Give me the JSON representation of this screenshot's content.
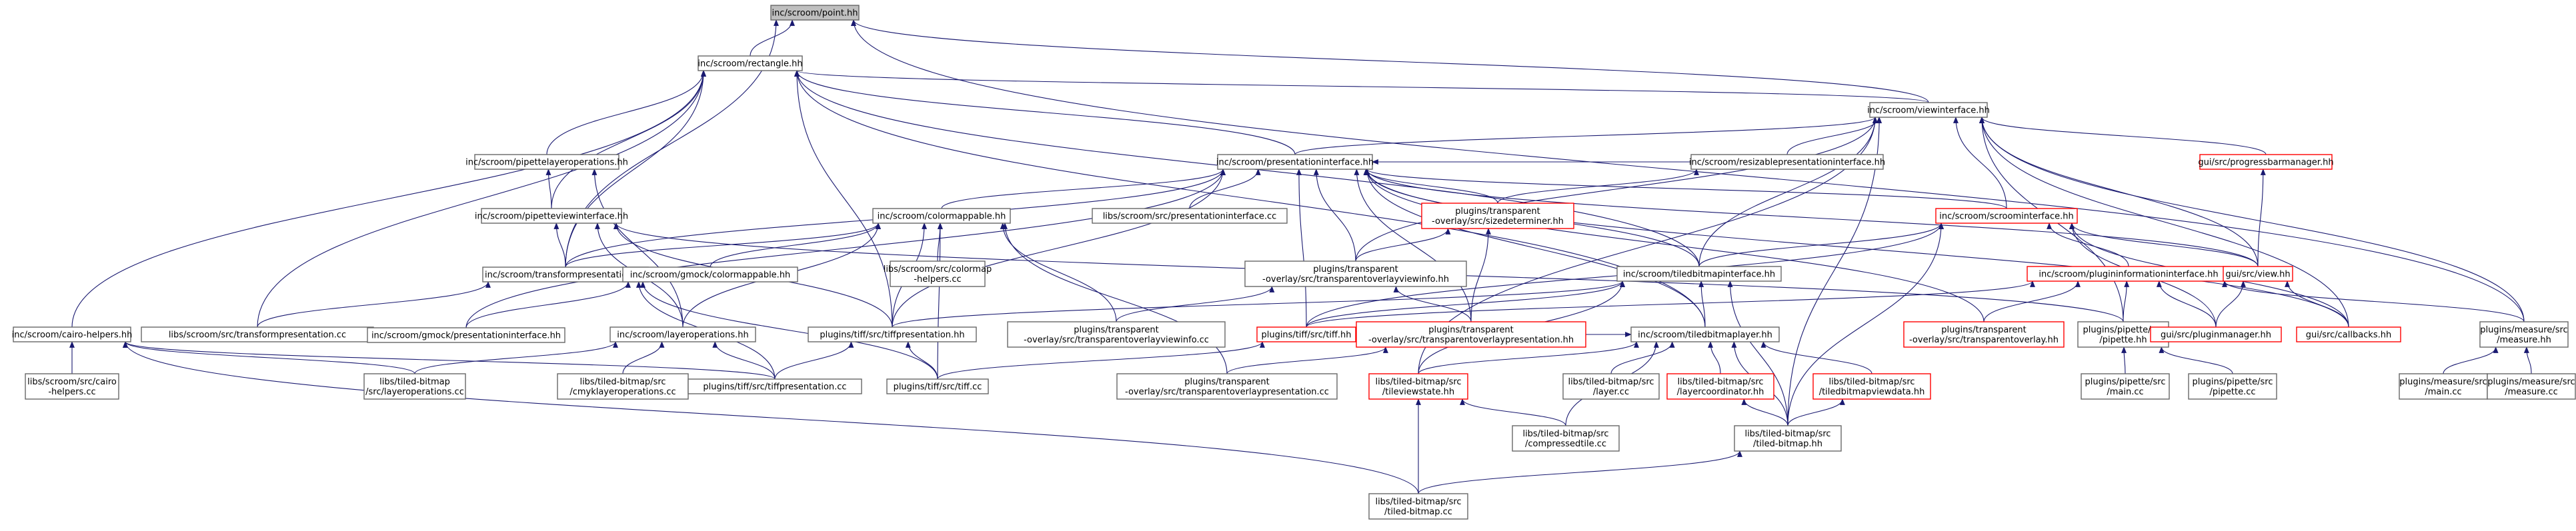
{
  "graph": {
    "colors": {
      "edge": "#191970",
      "node_border": "#666666",
      "node_border_truncated": "#ff0000",
      "root_fill": "#bfbfbf",
      "node_fill": "#ffffff"
    },
    "nodes": [
      {
        "id": "point",
        "lines": [
          "inc/scroom/point.hh"
        ],
        "style": "root"
      },
      {
        "id": "rect",
        "lines": [
          "inc/scroom/rectangle.hh"
        ],
        "style": "normal"
      },
      {
        "id": "view",
        "lines": [
          "inc/scroom/viewinterface.hh"
        ],
        "style": "normal"
      },
      {
        "id": "pipelayer",
        "lines": [
          "inc/scroom/pipettelayeroperations.hh"
        ],
        "style": "normal"
      },
      {
        "id": "pres",
        "lines": [
          "inc/scroom/presentationinterface.hh"
        ],
        "style": "normal"
      },
      {
        "id": "resizable",
        "lines": [
          "inc/scroom/resizablepresentationinterface.hh"
        ],
        "style": "normal"
      },
      {
        "id": "progress",
        "lines": [
          "gui/src/progressbarmanager.hh"
        ],
        "style": "truncated"
      },
      {
        "id": "pipeview",
        "lines": [
          "inc/scroom/pipetteviewinterface.hh"
        ],
        "style": "normal"
      },
      {
        "id": "colormap",
        "lines": [
          "inc/scroom/colormappable.hh"
        ],
        "style": "normal"
      },
      {
        "id": "presentcc",
        "lines": [
          "libs/scroom/src/presentationinterface.cc"
        ],
        "style": "normal"
      },
      {
        "id": "sizedet",
        "lines": [
          "plugins/transparent",
          "-overlay/src/sizedeterminer.hh"
        ],
        "style": "truncated"
      },
      {
        "id": "scroomif",
        "lines": [
          "inc/scroom/scroominterface.hh"
        ],
        "style": "truncated"
      },
      {
        "id": "colormapcc",
        "lines": [
          "libs/scroom/src/colormap",
          "-helpers.cc"
        ],
        "style": "normal"
      },
      {
        "id": "tovinfo",
        "lines": [
          "plugins/transparent",
          "-overlay/src/transparentoverlayviewinfo.hh"
        ],
        "style": "normal"
      },
      {
        "id": "plugininfo",
        "lines": [
          "inc/scroom/plugininformationinterface.hh"
        ],
        "style": "truncated"
      },
      {
        "id": "guiview",
        "lines": [
          "gui/src/view.hh"
        ],
        "style": "truncated"
      },
      {
        "id": "cairo",
        "lines": [
          "inc/scroom/cairo-helpers.hh"
        ],
        "style": "normal"
      },
      {
        "id": "transpres",
        "lines": [
          "libs/scroom/src/transformpresentation.cc"
        ],
        "style": "normal"
      },
      {
        "id": "transpreshh",
        "lines": [
          "inc/scroom/transformpresentation.hh"
        ],
        "style": "normal"
      },
      {
        "id": "gmockcm",
        "lines": [
          "inc/scroom/gmock/colormappable.hh"
        ],
        "style": "normal"
      },
      {
        "id": "tiledmapif",
        "lines": [
          "inc/scroom/tiledbitmapinterface.hh"
        ],
        "style": "normal"
      },
      {
        "id": "gmockpres",
        "lines": [
          "inc/scroom/gmock/presentationinterface.hh"
        ],
        "style": "normal"
      },
      {
        "id": "tifpres",
        "lines": [
          "plugins/tiff/src/tiffpresentation.hh"
        ],
        "style": "normal"
      },
      {
        "id": "tovinfocc",
        "lines": [
          "plugins/transparent",
          "-overlay/src/transparentoverlayviewinfo.cc"
        ],
        "style": "normal"
      },
      {
        "id": "tifhh",
        "lines": [
          "plugins/tiff/src/tiff.hh"
        ],
        "style": "truncated"
      },
      {
        "id": "tovpres",
        "lines": [
          "plugins/transparent",
          "-overlay/src/transparentoverlaypresentation.hh"
        ],
        "style": "truncated"
      },
      {
        "id": "tiledlayer",
        "lines": [
          "inc/scroom/tiledbitmaplayer.hh"
        ],
        "style": "normal"
      },
      {
        "id": "tovhh",
        "lines": [
          "plugins/transparent",
          "-overlay/src/transparentoverlay.hh"
        ],
        "style": "truncated"
      },
      {
        "id": "pipette",
        "lines": [
          "plugins/pipette/src",
          "/pipette.hh"
        ],
        "style": "normal"
      },
      {
        "id": "pluginmgr",
        "lines": [
          "gui/src/pluginmanager.hh"
        ],
        "style": "truncated"
      },
      {
        "id": "callbacks",
        "lines": [
          "gui/src/callbacks.hh"
        ],
        "style": "truncated"
      },
      {
        "id": "measure",
        "lines": [
          "plugins/measure/src",
          "/measure.hh"
        ],
        "style": "normal"
      },
      {
        "id": "cairocc",
        "lines": [
          "libs/scroom/src/cairo",
          "-helpers.cc"
        ],
        "style": "normal"
      },
      {
        "id": "layerops",
        "lines": [
          "inc/scroom/layeroperations.hh"
        ],
        "style": "normal"
      },
      {
        "id": "tbmlayerops",
        "lines": [
          "libs/tiled-bitmap",
          "/src/layeroperations.cc"
        ],
        "style": "normal"
      },
      {
        "id": "cmyk",
        "lines": [
          "libs/tiled-bitmap/src",
          "/cmyklayeroperations.cc"
        ],
        "style": "normal"
      },
      {
        "id": "tifprescc",
        "lines": [
          "plugins/tiff/src/tiffpresentation.cc"
        ],
        "style": "normal"
      },
      {
        "id": "tifcc",
        "lines": [
          "plugins/tiff/src/tiff.cc"
        ],
        "style": "normal"
      },
      {
        "id": "tovprescc",
        "lines": [
          "plugins/transparent",
          "-overlay/src/transparentoverlaypresentation.cc"
        ],
        "style": "normal"
      },
      {
        "id": "tileview",
        "lines": [
          "libs/tiled-bitmap/src",
          "/tileviewstate.hh"
        ],
        "style": "truncated"
      },
      {
        "id": "layercc",
        "lines": [
          "libs/tiled-bitmap/src",
          "/layer.cc"
        ],
        "style": "normal"
      },
      {
        "id": "layercoord",
        "lines": [
          "libs/tiled-bitmap/src",
          "/layercoordinator.hh"
        ],
        "style": "truncated"
      },
      {
        "id": "tbviewdata",
        "lines": [
          "libs/tiled-bitmap/src",
          "/tiledbitmapviewdata.hh"
        ],
        "style": "truncated"
      },
      {
        "id": "pipmain",
        "lines": [
          "plugins/pipette/src",
          "/main.cc"
        ],
        "style": "normal"
      },
      {
        "id": "pipcc",
        "lines": [
          "plugins/pipette/src",
          "/pipette.cc"
        ],
        "style": "normal"
      },
      {
        "id": "measmain",
        "lines": [
          "plugins/measure/src",
          "/main.cc"
        ],
        "style": "normal"
      },
      {
        "id": "meascc",
        "lines": [
          "plugins/measure/src",
          "/measure.cc"
        ],
        "style": "normal"
      },
      {
        "id": "compressed",
        "lines": [
          "libs/tiled-bitmap/src",
          "/compressedtile.cc"
        ],
        "style": "normal"
      },
      {
        "id": "tbmhh",
        "lines": [
          "libs/tiled-bitmap/src",
          "/tiled-bitmap.hh"
        ],
        "style": "normal"
      },
      {
        "id": "tbmcc",
        "lines": [
          "libs/tiled-bitmap/src",
          "/tiled-bitmap.cc"
        ],
        "style": "normal"
      }
    ],
    "edges": [
      [
        "rect",
        "point"
      ],
      [
        "view",
        "point"
      ],
      [
        "measure",
        "point"
      ],
      [
        "transpreshh",
        "point"
      ],
      [
        "pipelayer",
        "rect"
      ],
      [
        "pres",
        "rect"
      ],
      [
        "pipeview",
        "rect"
      ],
      [
        "transpreshh",
        "rect"
      ],
      [
        "cairo",
        "rect"
      ],
      [
        "transpres",
        "rect"
      ],
      [
        "tiledmapif",
        "rect"
      ],
      [
        "tiledlayer",
        "rect"
      ],
      [
        "tifpres",
        "rect"
      ],
      [
        "view",
        "rect"
      ],
      [
        "pres",
        "view"
      ],
      [
        "resizable",
        "view"
      ],
      [
        "progress",
        "view"
      ],
      [
        "scroomif",
        "view"
      ],
      [
        "guiview",
        "view"
      ],
      [
        "tovinfo",
        "view"
      ],
      [
        "tiledmapif",
        "view"
      ],
      [
        "measure",
        "view"
      ],
      [
        "callbacks",
        "view"
      ],
      [
        "tileview",
        "view"
      ],
      [
        "tbmhh",
        "view"
      ],
      [
        "pipette",
        "view"
      ],
      [
        "pipeview",
        "pipelayer"
      ],
      [
        "layerops",
        "pipelayer"
      ],
      [
        "colormap",
        "pres"
      ],
      [
        "presentcc",
        "pres"
      ],
      [
        "sizedet",
        "pres"
      ],
      [
        "tovinfo",
        "pres"
      ],
      [
        "tovpres",
        "pres"
      ],
      [
        "tifhh",
        "pres"
      ],
      [
        "scroomif",
        "pres"
      ],
      [
        "tiledmapif",
        "pres"
      ],
      [
        "tovhh",
        "pres"
      ],
      [
        "gmockpres",
        "pres"
      ],
      [
        "tiledlayer",
        "pres"
      ],
      [
        "transpreshh",
        "pres"
      ],
      [
        "guiview",
        "pres"
      ],
      [
        "callbacks",
        "pres"
      ],
      [
        "tifpres",
        "pres"
      ],
      [
        "resizable",
        "pres"
      ],
      [
        "sizedet",
        "resizable"
      ],
      [
        "guiview",
        "progress"
      ],
      [
        "transpreshh",
        "pipeview"
      ],
      [
        "layerops",
        "pipeview"
      ],
      [
        "tifpres",
        "pipeview"
      ],
      [
        "pipette",
        "pipeview"
      ],
      [
        "colormapcc",
        "colormap"
      ],
      [
        "gmockcm",
        "colormap"
      ],
      [
        "transpreshh",
        "colormap"
      ],
      [
        "tifpres",
        "colormap"
      ],
      [
        "tovinfocc",
        "colormap"
      ],
      [
        "tovprescc",
        "colormap"
      ],
      [
        "tifcc",
        "colormap"
      ],
      [
        "layerops",
        "colormap"
      ],
      [
        "tovinfo",
        "sizedet"
      ],
      [
        "tovpres",
        "sizedet"
      ],
      [
        "plugininfo",
        "scroomif"
      ],
      [
        "tiledmapif",
        "scroomif"
      ],
      [
        "guiview",
        "scroomif"
      ],
      [
        "pluginmgr",
        "scroomif"
      ],
      [
        "callbacks",
        "scroomif"
      ],
      [
        "tifhh",
        "scroomif"
      ],
      [
        "tbmhh",
        "scroomif"
      ],
      [
        "tovinfocc",
        "tovinfo"
      ],
      [
        "tovpres",
        "tovinfo"
      ],
      [
        "pipette",
        "plugininfo"
      ],
      [
        "measure",
        "plugininfo"
      ],
      [
        "pluginmgr",
        "plugininfo"
      ],
      [
        "tifhh",
        "plugininfo"
      ],
      [
        "tovhh",
        "plugininfo"
      ],
      [
        "pluginmgr",
        "guiview"
      ],
      [
        "callbacks",
        "guiview"
      ],
      [
        "cairocc",
        "cairo"
      ],
      [
        "tbmlayerops",
        "cairo"
      ],
      [
        "tifprescc",
        "cairo"
      ],
      [
        "tbmcc",
        "cairo"
      ],
      [
        "transpres",
        "transpreshh"
      ],
      [
        "tifprescc",
        "transpreshh"
      ],
      [
        "tifcc",
        "transpreshh"
      ],
      [
        "gmockpres",
        "gmockcm"
      ],
      [
        "tifpres",
        "tiledmapif"
      ],
      [
        "tiledlayer",
        "tiledmapif"
      ],
      [
        "tileview",
        "tiledmapif"
      ],
      [
        "tbmhh",
        "tiledmapif"
      ],
      [
        "tifhh",
        "tiledmapif"
      ],
      [
        "tifprescc",
        "tifpres"
      ],
      [
        "tifcc",
        "tifpres"
      ],
      [
        "tovprescc",
        "tovpres"
      ],
      [
        "tileview",
        "tiledlayer"
      ],
      [
        "layercc",
        "tiledlayer"
      ],
      [
        "layercoord",
        "tiledlayer"
      ],
      [
        "tbviewdata",
        "tiledlayer"
      ],
      [
        "compressed",
        "tiledlayer"
      ],
      [
        "tbmhh",
        "tiledlayer"
      ],
      [
        "tifhh",
        "tiledlayer"
      ],
      [
        "pipmain",
        "pipette"
      ],
      [
        "pipcc",
        "pipette"
      ],
      [
        "measmain",
        "measure"
      ],
      [
        "meascc",
        "measure"
      ],
      [
        "tbmlayerops",
        "layerops"
      ],
      [
        "cmyk",
        "layerops"
      ],
      [
        "tifprescc",
        "layerops"
      ],
      [
        "tifcc",
        "tifhh"
      ],
      [
        "compressed",
        "tileview"
      ],
      [
        "tbmcc",
        "tileview"
      ],
      [
        "tbmhh",
        "layercoord"
      ],
      [
        "tbmhh",
        "tbviewdata"
      ],
      [
        "tbmcc",
        "tbmhh"
      ]
    ]
  }
}
